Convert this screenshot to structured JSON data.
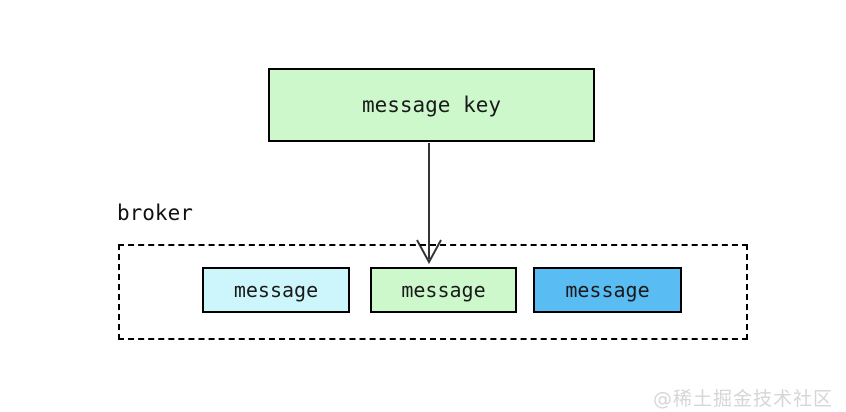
{
  "diagram": {
    "title_box": {
      "label": "message key",
      "fill": "#ccf8cc"
    },
    "broker": {
      "label": "broker",
      "messages": [
        {
          "label": "message",
          "fill": "#ccf6fb"
        },
        {
          "label": "message",
          "fill": "#ccf8cc"
        },
        {
          "label": "message",
          "fill": "#59bcf2"
        }
      ]
    },
    "arrow": {
      "direction": "down",
      "color": "#333333"
    },
    "watermark": {
      "text": "@稀土掘金技术社区",
      "color": "#d6d6d6"
    }
  }
}
